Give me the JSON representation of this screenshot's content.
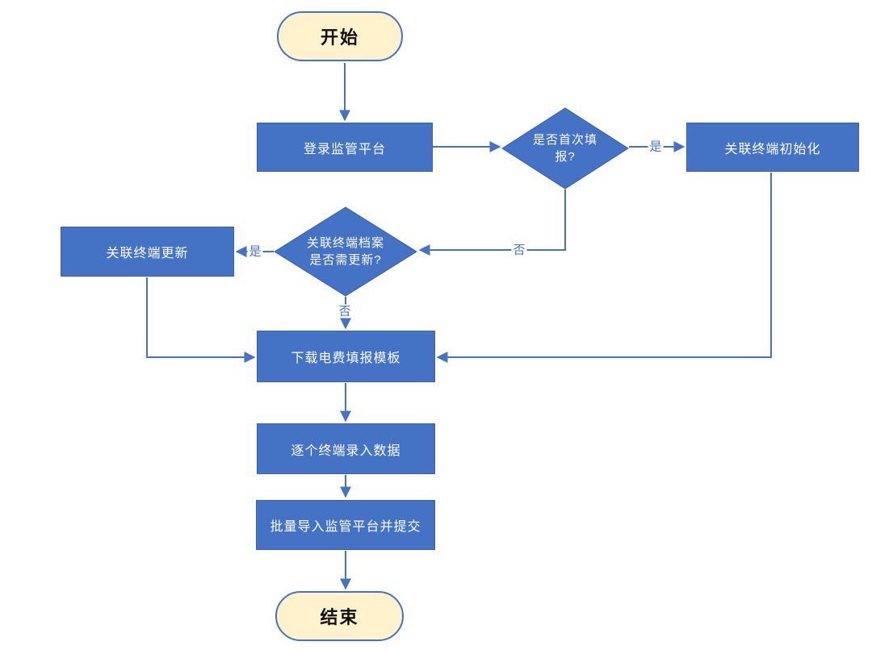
{
  "flowchart": {
    "colors": {
      "process_fill": "#4472C4",
      "process_border": "#3A60AB",
      "process_text": "#FFFFFF",
      "terminator_fill": "#FFF2CC",
      "terminator_border": "#4472C4",
      "terminator_text": "#111111",
      "connector": "#4472C4",
      "edge_label_text": "#4472C4",
      "background": "#FFFFFF"
    },
    "nodes": {
      "start": {
        "label": "开始"
      },
      "login": {
        "label": "登录监管平台"
      },
      "first_time_decision": {
        "label": "是否首次填报?",
        "lines": [
          "是否首次填",
          "报?"
        ]
      },
      "terminal_init": {
        "label": "关联终端初始化"
      },
      "archive_update_decision": {
        "label": "关联终端档案是否需更新?",
        "lines": [
          "关联终端档案",
          "是否需更新?"
        ]
      },
      "terminal_update": {
        "label": "关联终端更新"
      },
      "download_template": {
        "label": "下载电费填报模板"
      },
      "enter_data": {
        "label": "逐个终端录入数据"
      },
      "batch_import": {
        "label": "批量导入监管平台并提交"
      },
      "end": {
        "label": "结束"
      }
    },
    "edge_labels": {
      "first_time_yes": "是",
      "first_time_no": "否",
      "archive_update_yes": "是",
      "archive_update_no": "否"
    }
  }
}
